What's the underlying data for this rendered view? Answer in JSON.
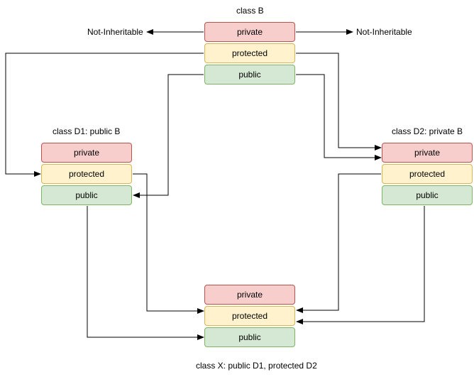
{
  "classes": {
    "b": {
      "title": "class B",
      "private": "private",
      "protected": "protected",
      "public": "public"
    },
    "d1": {
      "title": "class D1: public B",
      "private": "private",
      "protected": "protected",
      "public": "public"
    },
    "d2": {
      "title": "class D2: private B",
      "private": "private",
      "protected": "protected",
      "public": "public"
    },
    "x": {
      "title": "class X: public D1, protected D2",
      "private": "private",
      "protected": "protected",
      "public": "public"
    }
  },
  "annotations": {
    "left": "Not-Inheritable",
    "right": "Not-Inheritable"
  },
  "colors": {
    "private_fill": "#f8cecc",
    "private_stroke": "#b85450",
    "protected_fill": "#fff2cc",
    "protected_stroke": "#d6b656",
    "public_fill": "#d5e8d4",
    "public_stroke": "#82b366",
    "edge": "#000000"
  }
}
